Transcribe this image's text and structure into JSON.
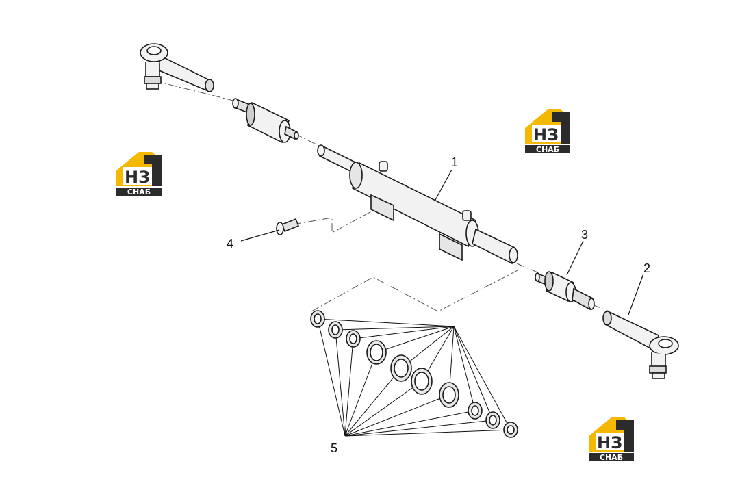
{
  "callouts": [
    "1",
    "2",
    "3",
    "4",
    "5"
  ],
  "watermark": {
    "mark": "НЗ",
    "word": "СНАБ"
  },
  "colors": {
    "line": "#1a1a1a",
    "part": "#f2f2f2",
    "shade": "#cfcfcf",
    "logo_yellow": "#f5b800",
    "logo_dark": "#2b2b2b"
  }
}
